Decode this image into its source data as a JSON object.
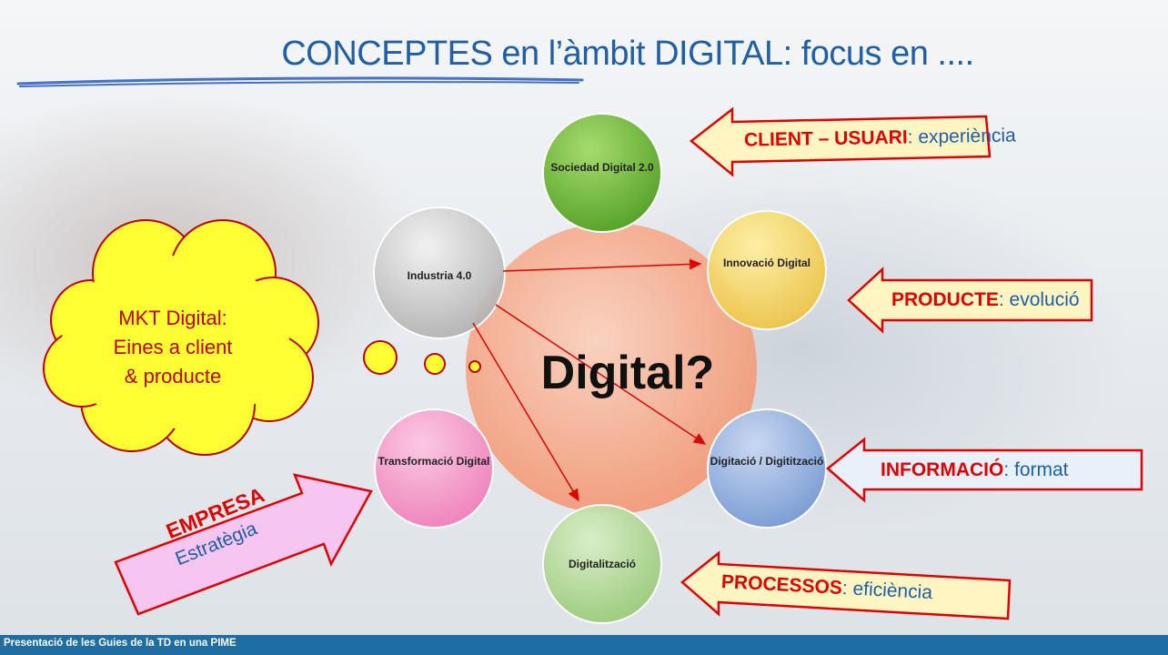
{
  "slide": {
    "title": "CONCEPTES en l’àmbit DIGITAL: focus en ....",
    "footer": "Presentació de les Guies de la TD en una PIME",
    "center_label": "Digital?",
    "nodes": [
      {
        "id": "sociedad",
        "label": "Sociedad Digital 2.0",
        "color": "#7bc142"
      },
      {
        "id": "innovacio",
        "label": "Innovació Digital",
        "color": "#f3d35a"
      },
      {
        "id": "digitacio",
        "label": "Digitació / Digitització",
        "color": "#8ea9db"
      },
      {
        "id": "digitalitzacio",
        "label": "Digitalització",
        "color": "#a9d18e"
      },
      {
        "id": "transformacio",
        "label": "Transformació Digital",
        "color": "#f49ac7"
      },
      {
        "id": "industria",
        "label": "Industria 4.0",
        "color": "#bfbfbf"
      }
    ],
    "arrows": [
      {
        "key": "CLIENT – USUARI",
        "value": ": experiència"
      },
      {
        "key": "PRODUCTE",
        "value": ": evolució"
      },
      {
        "key": "INFORMACIÓ",
        "value": ": format"
      },
      {
        "key": "PROCESSOS",
        "value": ": eficiència"
      }
    ],
    "empresa": {
      "key": "EMPRESA",
      "value": "Estratègia"
    },
    "cloud": {
      "line1": "MKT Digital:",
      "line2": "Eines a client",
      "line3": "& producte"
    },
    "colors": {
      "title": "#1f5ea8",
      "accent_red": "#e00000",
      "center": "#f7a07a",
      "footer": "#1f6ea3"
    }
  }
}
